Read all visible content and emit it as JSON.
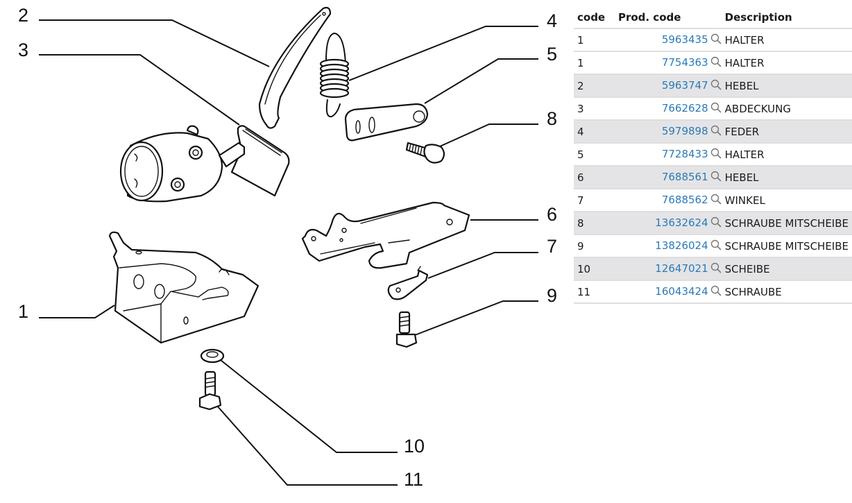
{
  "diagram": {
    "callouts": [
      "1",
      "2",
      "3",
      "4",
      "5",
      "6",
      "7",
      "8",
      "9",
      "10",
      "11"
    ]
  },
  "table": {
    "headers": {
      "code": "code",
      "prod_code": "Prod. code",
      "description": "Description"
    },
    "rows": [
      {
        "code": "1",
        "prod_code": "5963435",
        "description": "HALTER"
      },
      {
        "code": "1",
        "prod_code": "7754363",
        "description": "HALTER"
      },
      {
        "code": "2",
        "prod_code": "5963747",
        "description": "HEBEL"
      },
      {
        "code": "3",
        "prod_code": "7662628",
        "description": "ABDECKUNG"
      },
      {
        "code": "4",
        "prod_code": "5979898",
        "description": "FEDER"
      },
      {
        "code": "5",
        "prod_code": "7728433",
        "description": "HALTER"
      },
      {
        "code": "6",
        "prod_code": "7688561",
        "description": "HEBEL"
      },
      {
        "code": "7",
        "prod_code": "7688562",
        "description": "WINKEL"
      },
      {
        "code": "8",
        "prod_code": "13632624",
        "description": "SCHRAUBE MITSCHEIBE"
      },
      {
        "code": "9",
        "prod_code": "13826024",
        "description": "SCHRAUBE MITSCHEIBE"
      },
      {
        "code": "10",
        "prod_code": "12647021",
        "description": "SCHEIBE"
      },
      {
        "code": "11",
        "prod_code": "16043424",
        "description": "SCHRAUBE"
      }
    ],
    "row_icon": "magnifier-icon",
    "colors": {
      "link": "#2a7ab8",
      "alt_row": "#e4e4e6",
      "separator": "#dedede"
    }
  }
}
